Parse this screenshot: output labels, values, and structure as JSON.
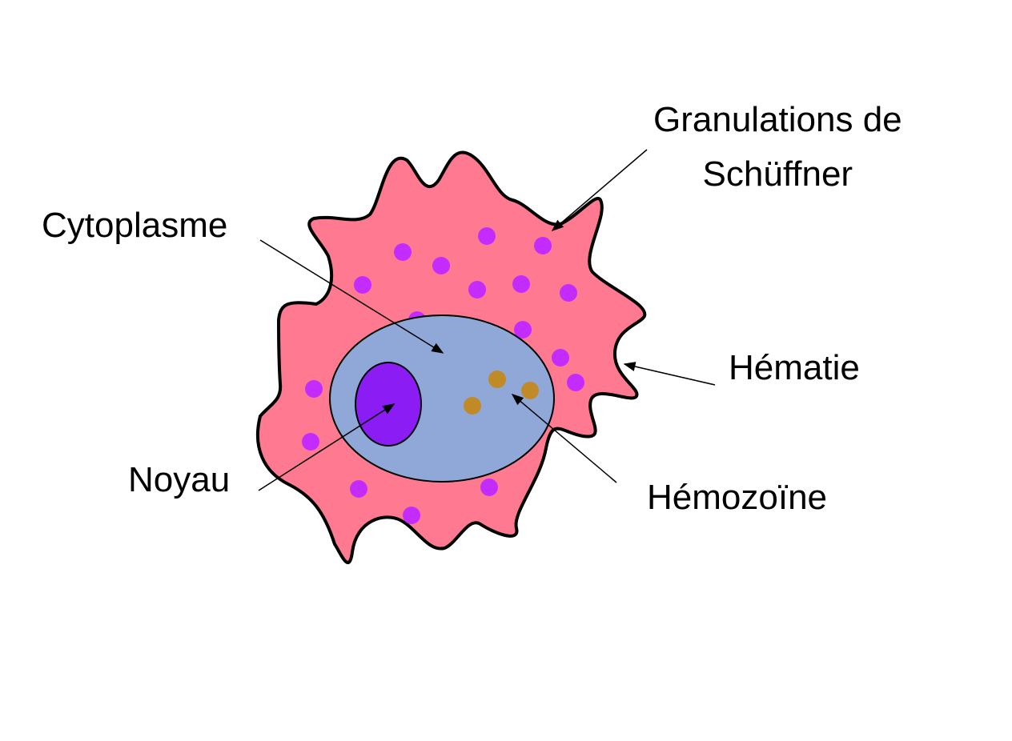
{
  "labels": {
    "granulations_line1": "Granulations de",
    "granulations_line2": "Schüffner",
    "cytoplasme": "Cytoplasme",
    "hematie": "Hématie",
    "noyau": "Noyau",
    "hemozoine": "Hémozoïne"
  },
  "colors": {
    "hematie_fill": "#FF7A90",
    "cytoplasm_fill": "#8FA8D8",
    "nucleus_fill": "#8B1CF3",
    "granule_fill": "#C42BFF",
    "hemozoin_fill": "#C08A26",
    "outline": "#000000"
  }
}
